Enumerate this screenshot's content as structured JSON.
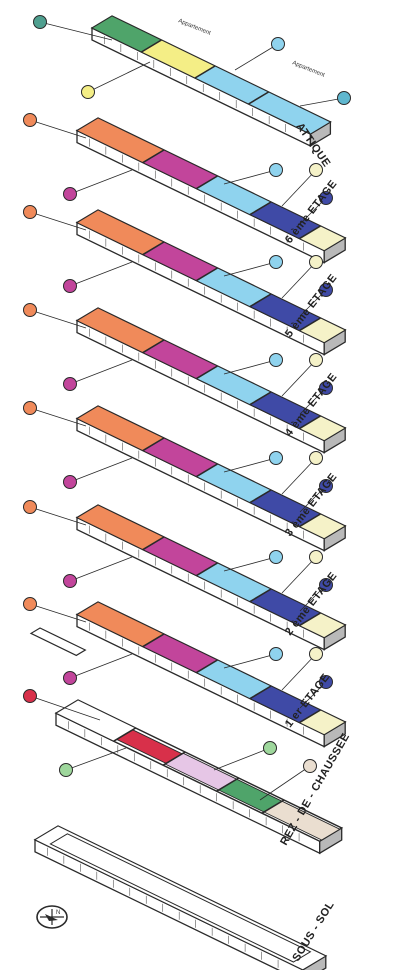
{
  "colors": {
    "outline": "#2a2a2a",
    "wall": "#ffffff",
    "shadow": "#b9b9b9",
    "orange": "#f08a5a",
    "magenta": "#c2459b",
    "lightblue": "#8fd3ee",
    "darkblue": "#3f4aa6",
    "cream": "#f5f2c8",
    "green": "#4fa46a",
    "yellow": "#f4ee86",
    "red": "#d8304a",
    "lilac": "#e6c6e6",
    "beige": "#eaded0",
    "mint": "#9ed79c"
  },
  "attique": {
    "label": "ATTIQUE",
    "annotations": [
      "Appartement",
      "Appartement"
    ]
  },
  "floors": [
    {
      "label": "6 ème ETAGE"
    },
    {
      "label": "5 ème ETAGE"
    },
    {
      "label": "4 ème ETAGE"
    },
    {
      "label": "3 ème ETAGE"
    },
    {
      "label": "2 ème ETAGE"
    },
    {
      "label": "1 er ETAGE"
    }
  ],
  "ground": {
    "label": "REZ - DE - CHAUSSEE"
  },
  "basement": {
    "label": "SOUS - SOL"
  },
  "compass": {
    "label": "N"
  }
}
